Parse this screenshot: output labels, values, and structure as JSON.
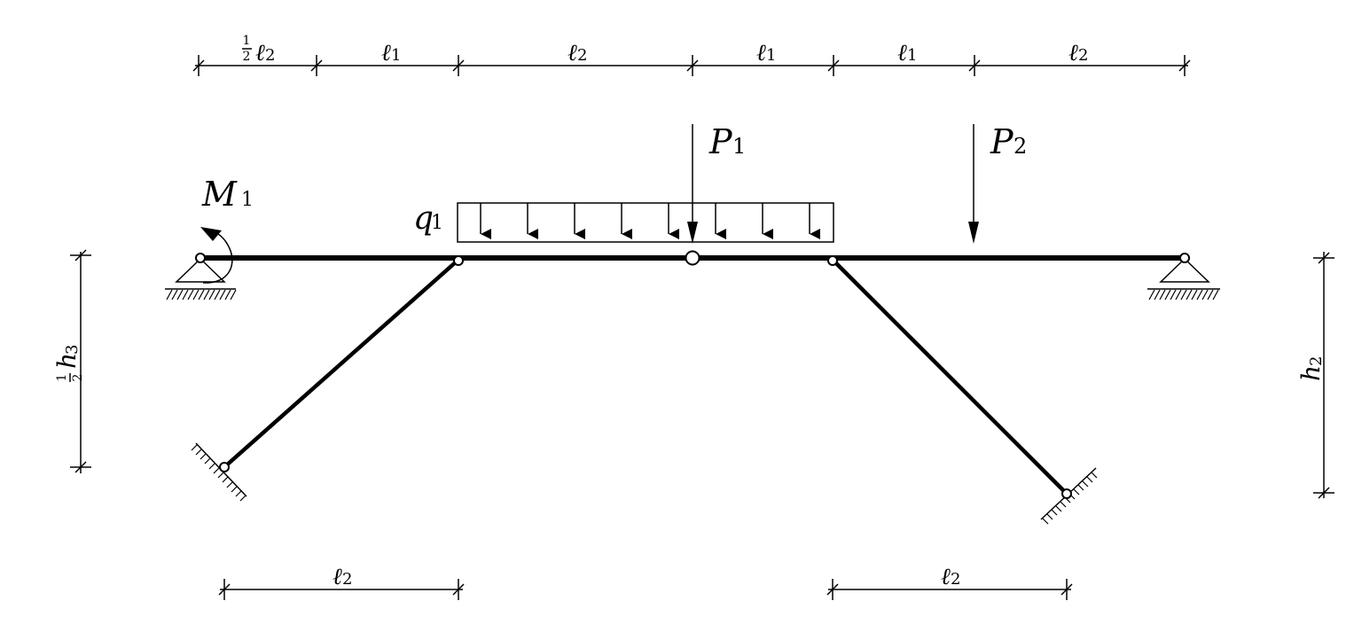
{
  "dimensions_top": [
    {
      "frac": "1",
      "den": "2",
      "sym": "ℓ",
      "sub": "2"
    },
    {
      "sym": "ℓ",
      "sub": "1"
    },
    {
      "sym": "ℓ",
      "sub": "2"
    },
    {
      "sym": "ℓ",
      "sub": "1"
    },
    {
      "sym": "ℓ",
      "sub": "1"
    },
    {
      "sym": "ℓ",
      "sub": "2"
    }
  ],
  "dimensions_bottom": [
    {
      "sym": "ℓ",
      "sub": "2"
    },
    {
      "sym": "ℓ",
      "sub": "2"
    }
  ],
  "dimension_left": {
    "frac": "1",
    "den": "2",
    "sym": "h",
    "sub": "3"
  },
  "dimension_right": {
    "sym": "h",
    "sub": "2"
  },
  "loads": {
    "P1": {
      "sym": "P",
      "sub": "1"
    },
    "P2": {
      "sym": "P",
      "sub": "2"
    },
    "q1": {
      "sym": "q",
      "sub": "1"
    },
    "M1": {
      "sym": "M",
      "sub": "1"
    }
  },
  "icons": [
    "pin-support-icon",
    "hinge-icon",
    "fixed-support-icon",
    "moment-arrow-icon",
    "point-load-arrow-icon",
    "distributed-load-icon"
  ]
}
